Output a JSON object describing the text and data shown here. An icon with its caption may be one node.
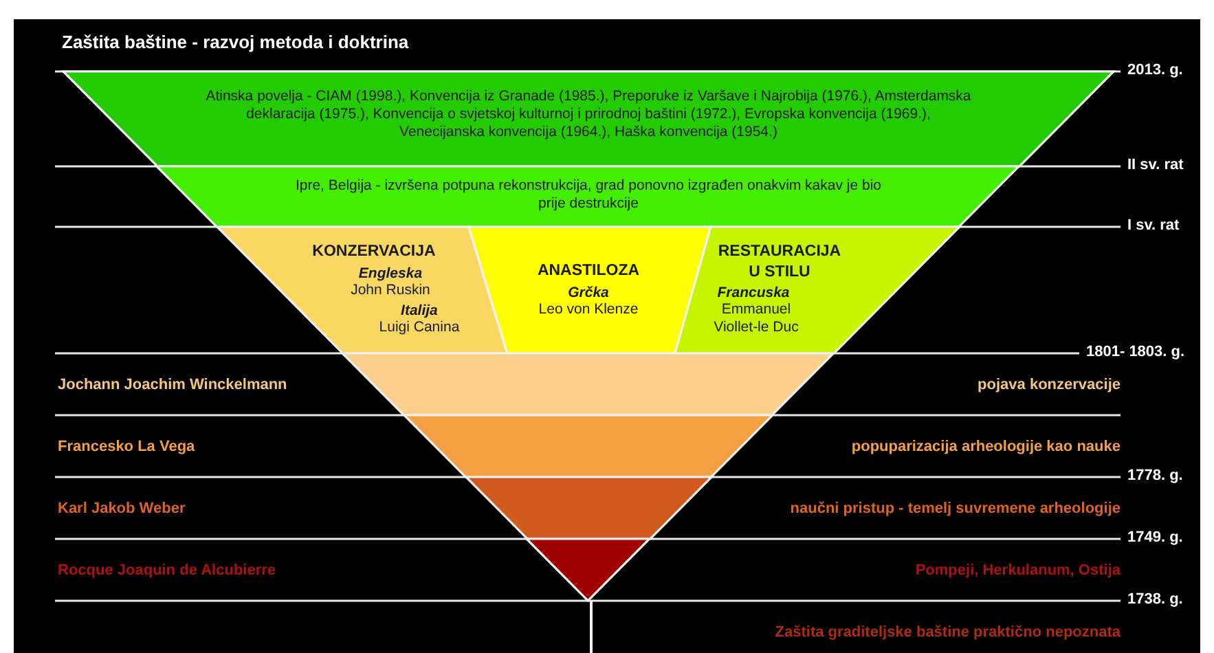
{
  "diagram": {
    "title": "Zaštita baštine - razvoj metoda i doktrina",
    "nodes": [
      {
        "text": [
          "Atinska povelja - CIAM (1998.), Konvencija iz Granade (1985.), Preporuke iz Varšave i Najrobija (1976.), Amsterdamska deklaracija (1975.), Konvencija o svjetskoj kulturnoj i prirodnoj baštini (1972.), Evropska konvencija (1969.), Venecijanska konvencija (1964.), Haška konvencija (1954.)"
        ]
      },
      {
        "text": [
          "Ipre, Belgija - izvršena potpuna rekonstrukcija, grad ponovno izgrađen onakvim kakav je bio prije destrukcije"
        ]
      },
      {
        "text": [
          "KONZERVACIJA",
          "Engleska",
          "John Ruskin",
          "Italija",
          "Luigi Canina"
        ]
      },
      {
        "text": [
          "ANASTILOZA",
          "Grčka",
          "Leo von Klenze"
        ]
      },
      {
        "text": [
          "RESTAURACIJA U STILU",
          "Francuska",
          "Emmanuel Viollet-le Duc"
        ]
      },
      {
        "text": [],
        "shape": "bar"
      },
      {
        "text": [],
        "shape": "bar"
      },
      {
        "text": [],
        "shape": "bar"
      },
      {
        "text": [],
        "shape": "triangle"
      }
    ],
    "edges": [],
    "labels": [
      "2013. g.",
      "II sv. rat",
      "I sv. rat",
      "1801- 1803. g.",
      "Jochann Joachim Winckelmann",
      "pojava konzervacije",
      "Francesko La Vega",
      "popuparizacija arheologije kao nauke",
      "1778. g.",
      "Karl Jakob Weber",
      "naučni pristup - temelj suvremene arheologije",
      "1749. g.",
      "Rocque Joaquin de Alcubierre",
      "Pompeji, Herkulanum, Ostija",
      "1738. g.",
      "Zaštita graditeljske baštine praktično nepoznata"
    ]
  }
}
